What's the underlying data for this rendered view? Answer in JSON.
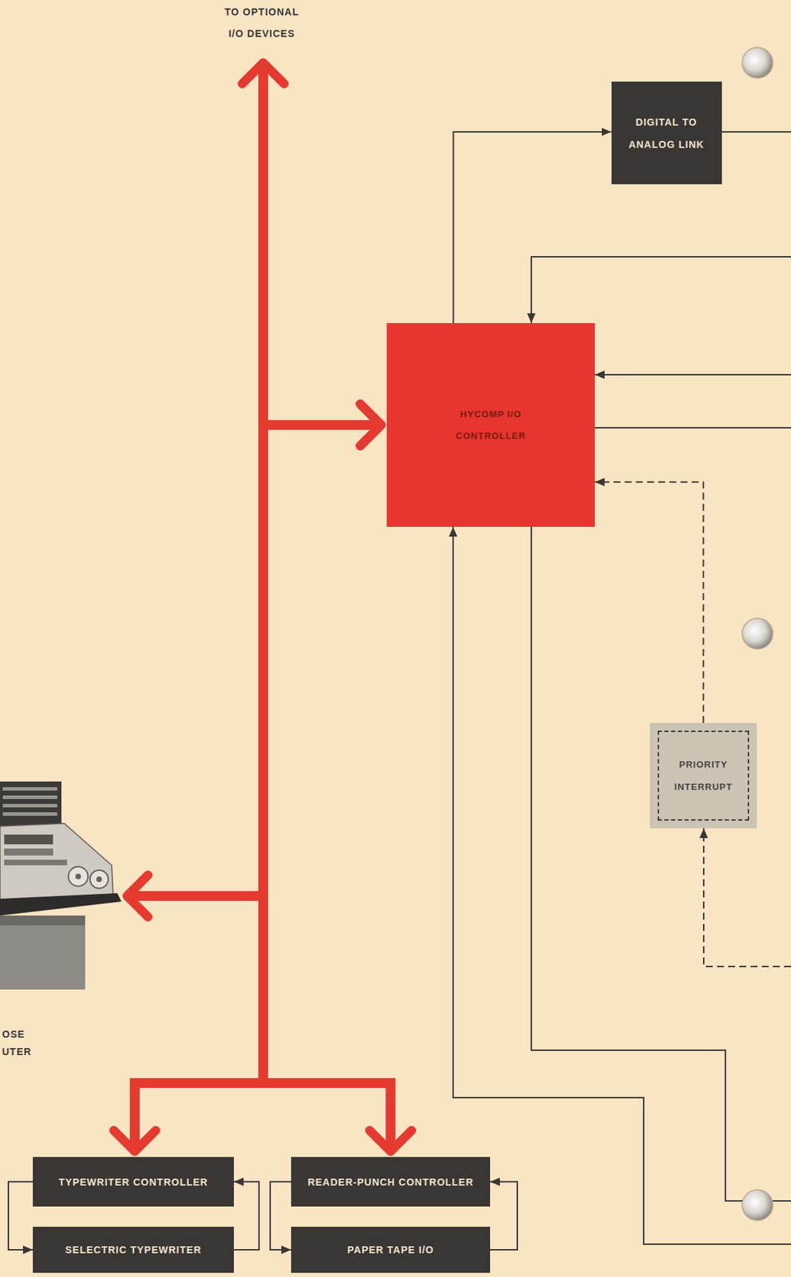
{
  "diagram": {
    "nodes": [
      {
        "text": [
          "DIGITAL TO ANALOG LINK"
        ]
      },
      {
        "text": [
          "HYCOMP I/O CONTROLLER"
        ]
      },
      {
        "text": [
          "PRIORITY INTERRUPT"
        ]
      },
      {
        "text": [
          "TYPEWRITER CONTROLLER"
        ]
      },
      {
        "text": [
          "READER-PUNCH CONTROLLER"
        ]
      },
      {
        "text": [
          "SELECTRIC TYPEWRITER"
        ]
      },
      {
        "text": [
          "PAPER TAPE I/O"
        ]
      }
    ],
    "edges": [
      {
        "from": 1,
        "to": 0,
        "arrow": "to"
      },
      {
        "from": 2,
        "to": 1,
        "arrow": "to"
      },
      {
        "from": 1,
        "to": 3,
        "arrow": "both"
      },
      {
        "from": 1,
        "to": 4,
        "arrow": "both"
      },
      {
        "from": 3,
        "to": 5,
        "arrow": "to"
      },
      {
        "from": 5,
        "to": 3,
        "arrow": "to"
      },
      {
        "from": 4,
        "to": 6,
        "arrow": "to"
      },
      {
        "from": 6,
        "to": 4,
        "arrow": "to"
      }
    ],
    "labels": [
      "TO OPTIONAL I/O DEVICES",
      "OSE",
      "UTER"
    ]
  }
}
